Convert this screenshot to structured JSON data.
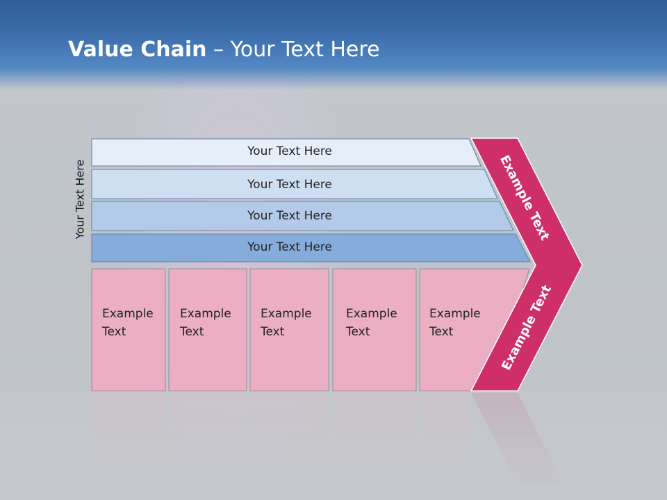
{
  "title": {
    "bold": "Value Chain",
    "rest": " – Your Text Here"
  },
  "side_label": "Your Text Here",
  "bars": [
    {
      "label": "Your Text Here",
      "fill": "#e6eef9"
    },
    {
      "label": "Your Text Here",
      "fill": "#cfdff2"
    },
    {
      "label": "Your Text Here",
      "fill": "#b3cbe9"
    },
    {
      "label": "Your Text Here",
      "fill": "#86acdc"
    }
  ],
  "cells": [
    {
      "line1": "Example",
      "line2": "Text"
    },
    {
      "line1": "Example",
      "line2": "Text"
    },
    {
      "line1": "Example",
      "line2": "Text"
    },
    {
      "line1": "Example",
      "line2": "Text"
    },
    {
      "line1": "Example",
      "line2": "Text"
    }
  ],
  "arrow": {
    "upper": "Example Text",
    "lower": "Example Text",
    "fill": "#cf2f68"
  },
  "colors": {
    "header": "#3c6fab",
    "cell": "#ebaec3",
    "bar_stroke": "#5d7fa8"
  }
}
